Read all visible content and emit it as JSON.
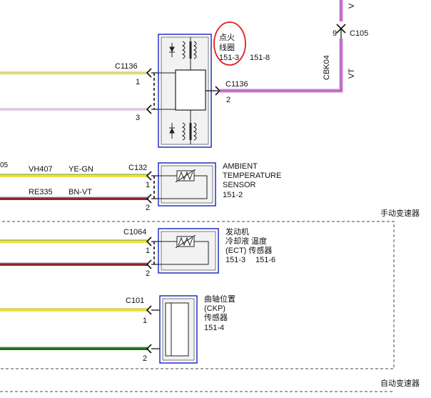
{
  "ignition_coil": {
    "title_line1": "点火",
    "title_line2": "线圈",
    "ref1": "151-3",
    "ref2": "151-8",
    "in_connector": "C1136",
    "in_pin1": "1",
    "in_pin3": "3",
    "out_connector": "C1136",
    "out_pin2": "2"
  },
  "top_right": {
    "pin": "9",
    "connector": "C105",
    "circuit": "CBK04",
    "color": "VT",
    "partial_top": "V"
  },
  "ambient_sensor": {
    "edge_text": "05",
    "line1": "AMBIENT",
    "line2": "TEMPERATURE",
    "line3": "SENSOR",
    "ref": "151-2",
    "connector": "C132",
    "wire1_circuit": "VH407",
    "wire1_color": "YE-GN",
    "wire2_circuit": "RE335",
    "wire2_color": "BN-VT",
    "pin1": "1",
    "pin2": "2"
  },
  "manual_trans_label": "手动变速器",
  "ect_sensor": {
    "line1": "发动机",
    "line2": "冷却液 温度",
    "line3": "(ECT) 传感器",
    "ref1": "151-3",
    "ref2": "151-6",
    "connector": "C1064",
    "pin1": "1",
    "pin2": "2"
  },
  "ckp_sensor": {
    "line1": "曲轴位置",
    "line2": "(CKP)",
    "line3": "传感器",
    "ref": "151-4",
    "connector": "C101",
    "pin1": "1",
    "pin2": "2"
  },
  "auto_trans_label": "自动变速器",
  "colors": {
    "wire_yellow": "#f0e040",
    "wire_vt": "#d080d8",
    "wire_brown": "#8a2a2a",
    "wire_green": "#207020",
    "box_blue": "#2030c0",
    "highlight_red": "#e02020"
  }
}
